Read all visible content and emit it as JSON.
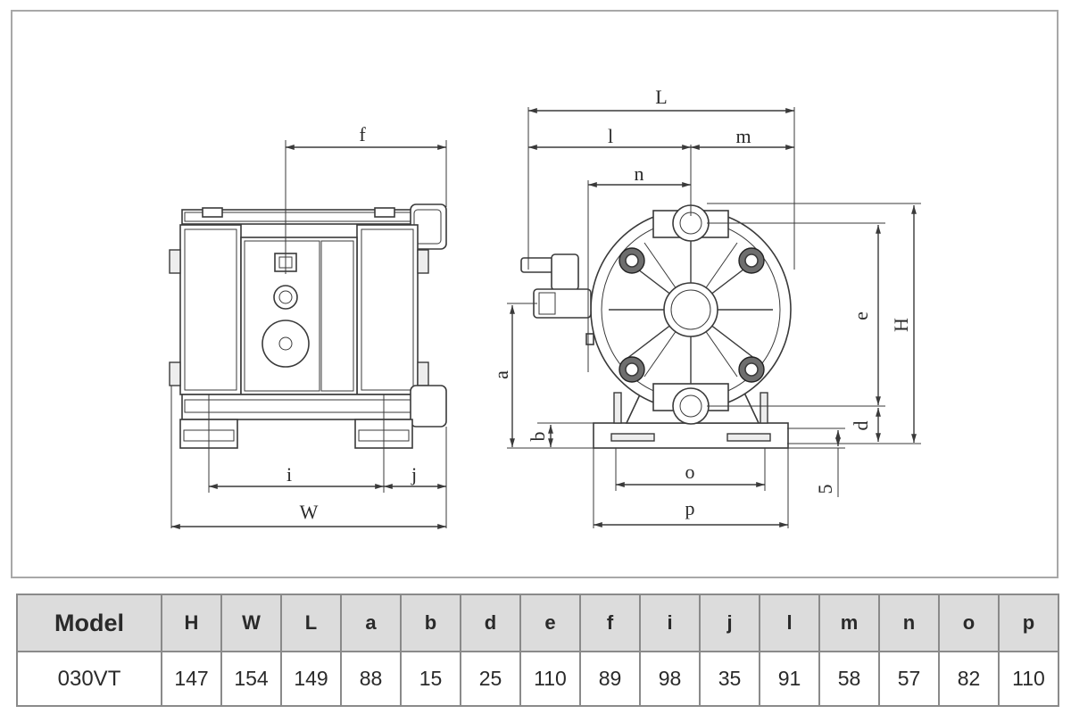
{
  "drawing": {
    "front_view_labels": {
      "f": "f",
      "i": "i",
      "j": "j",
      "W": "W"
    },
    "side_view_labels": {
      "L": "L",
      "l": "l",
      "m": "m",
      "n": "n",
      "e": "e",
      "H": "H",
      "a": "a",
      "b": "b",
      "d": "d",
      "o": "o",
      "p": "p",
      "five": "5"
    }
  },
  "table": {
    "headers": [
      "Model",
      "H",
      "W",
      "L",
      "a",
      "b",
      "d",
      "e",
      "f",
      "i",
      "j",
      "l",
      "m",
      "n",
      "o",
      "p"
    ],
    "rows": [
      [
        "030VT",
        "147",
        "154",
        "149",
        "88",
        "15",
        "25",
        "110",
        "89",
        "98",
        "35",
        "91",
        "58",
        "57",
        "82",
        "110"
      ]
    ]
  }
}
